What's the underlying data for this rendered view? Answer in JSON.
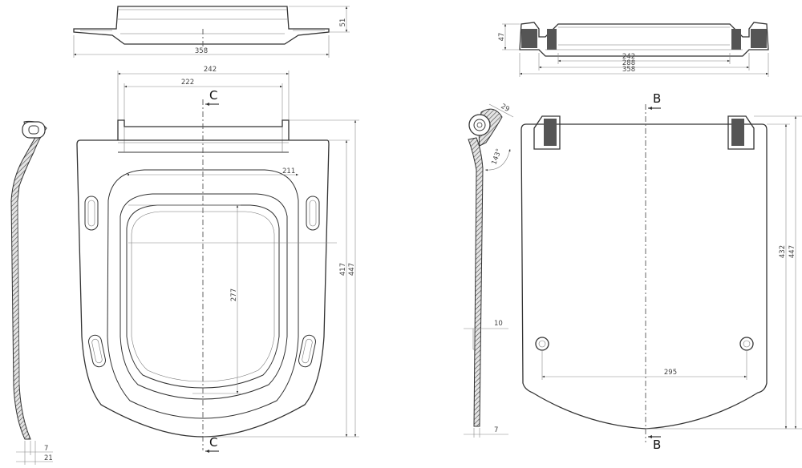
{
  "left_view": {
    "top_width_dim": "358",
    "top_height_dim": "51",
    "hinge_outer_dim": "242",
    "hinge_inner_dim": "222",
    "section_label_top": "C",
    "section_label_bottom": "C",
    "opening_half_dim": "211",
    "opening_depth_dim": "277",
    "lid_length_dim": "417",
    "total_length_dim": "447",
    "profile_thickness_dim": "7",
    "profile_depth_dim": "21"
  },
  "right_view": {
    "top_height_dim": "47",
    "top_inner_dim": "242",
    "top_mid_dim": "288",
    "top_width_dim": "358",
    "hinge_radius_dim": "29",
    "angle_dim": "143°",
    "section_label_top": "B",
    "section_label_bottom": "B",
    "side_thickness_dim": "10",
    "side_bottom_dim": "7",
    "fixing_spacing_dim": "295",
    "lid_length_dim": "432",
    "total_length_dim": "447"
  }
}
